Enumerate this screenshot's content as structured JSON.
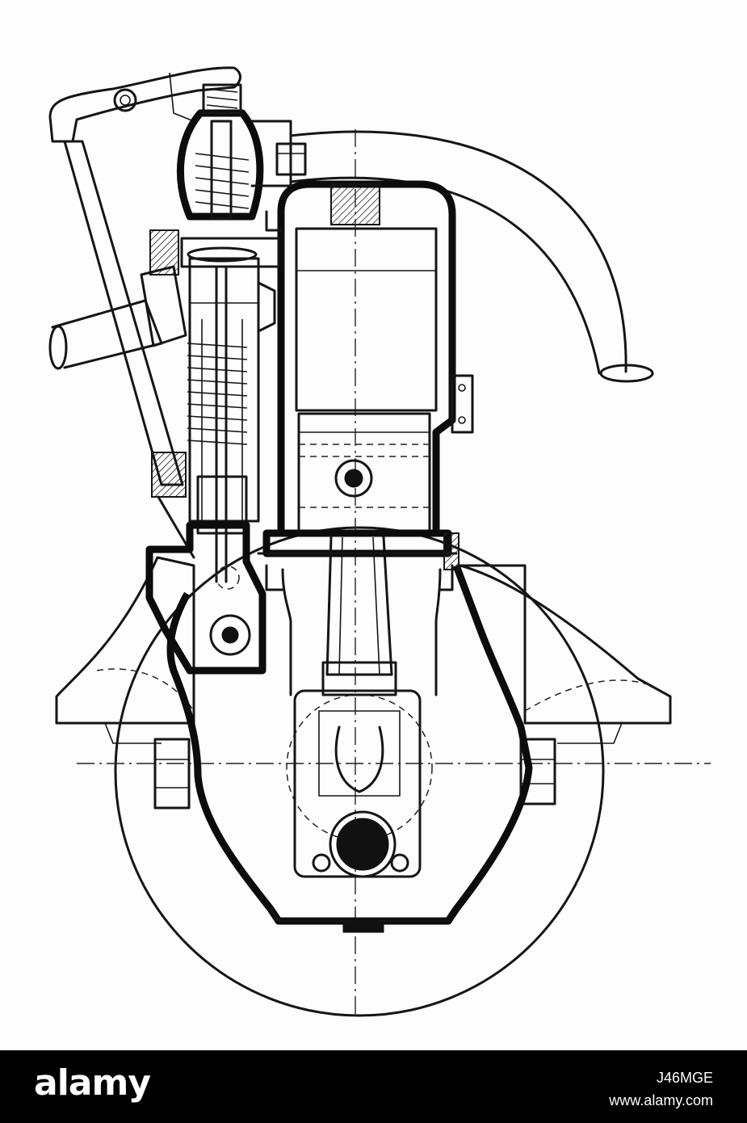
{
  "footer": {
    "brand": "alamy",
    "image_id": "J46MGE",
    "site": "www.alamy.com"
  },
  "colors": {
    "background": "#fdfdfd",
    "ink": "#151515",
    "footer_bg": "#000000",
    "footer_text": "#ffffff"
  },
  "icons": {
    "brand_logo": "alamy-wordmark"
  }
}
